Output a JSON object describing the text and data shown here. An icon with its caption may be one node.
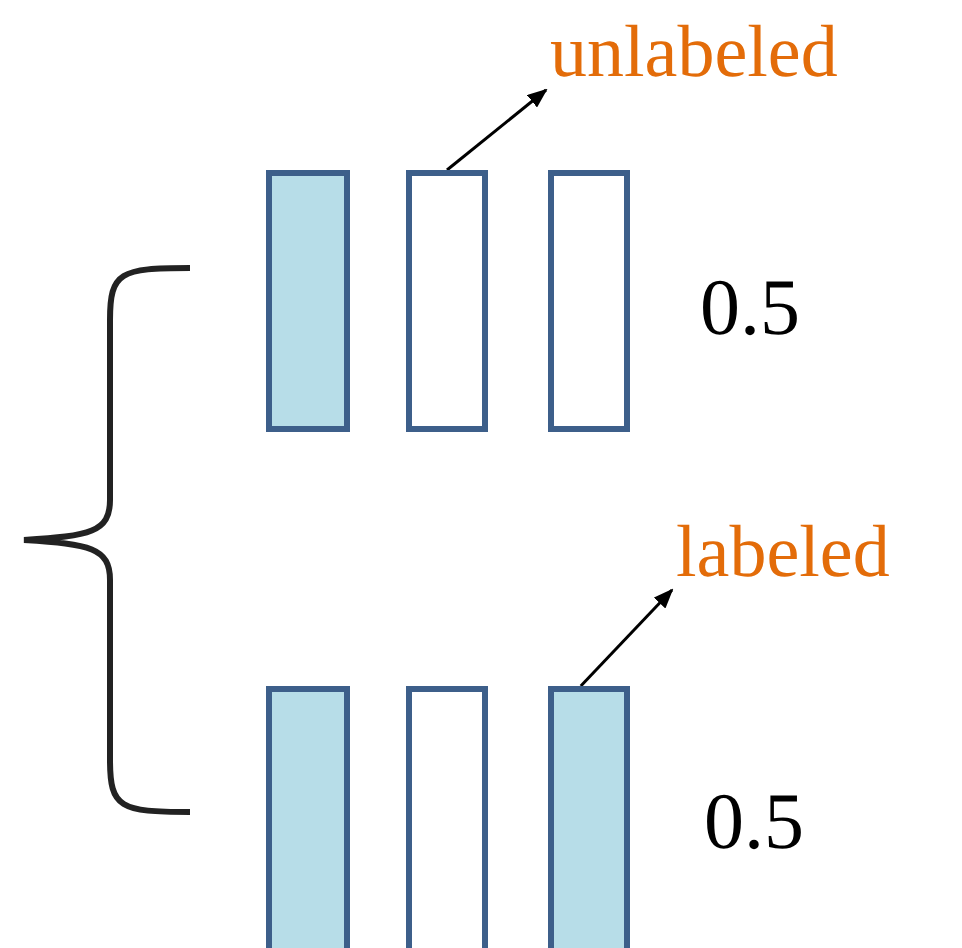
{
  "diagram": {
    "nodes": [
      {
        "text": [
          "unlabeled"
        ]
      },
      {
        "text": [],
        "shape": "bar"
      },
      {
        "text": [],
        "shape": "bar"
      },
      {
        "text": [],
        "shape": "bar"
      },
      {
        "text": [
          "labeled"
        ]
      },
      {
        "text": [],
        "shape": "bar"
      },
      {
        "text": [],
        "shape": "bar"
      },
      {
        "text": [],
        "shape": "bar"
      }
    ],
    "edges": [
      {
        "from": 2,
        "to": 0,
        "arrow": "to"
      },
      {
        "from": 7,
        "to": 4,
        "arrow": "to"
      }
    ],
    "labels": [
      "0.5",
      "0.5"
    ]
  }
}
